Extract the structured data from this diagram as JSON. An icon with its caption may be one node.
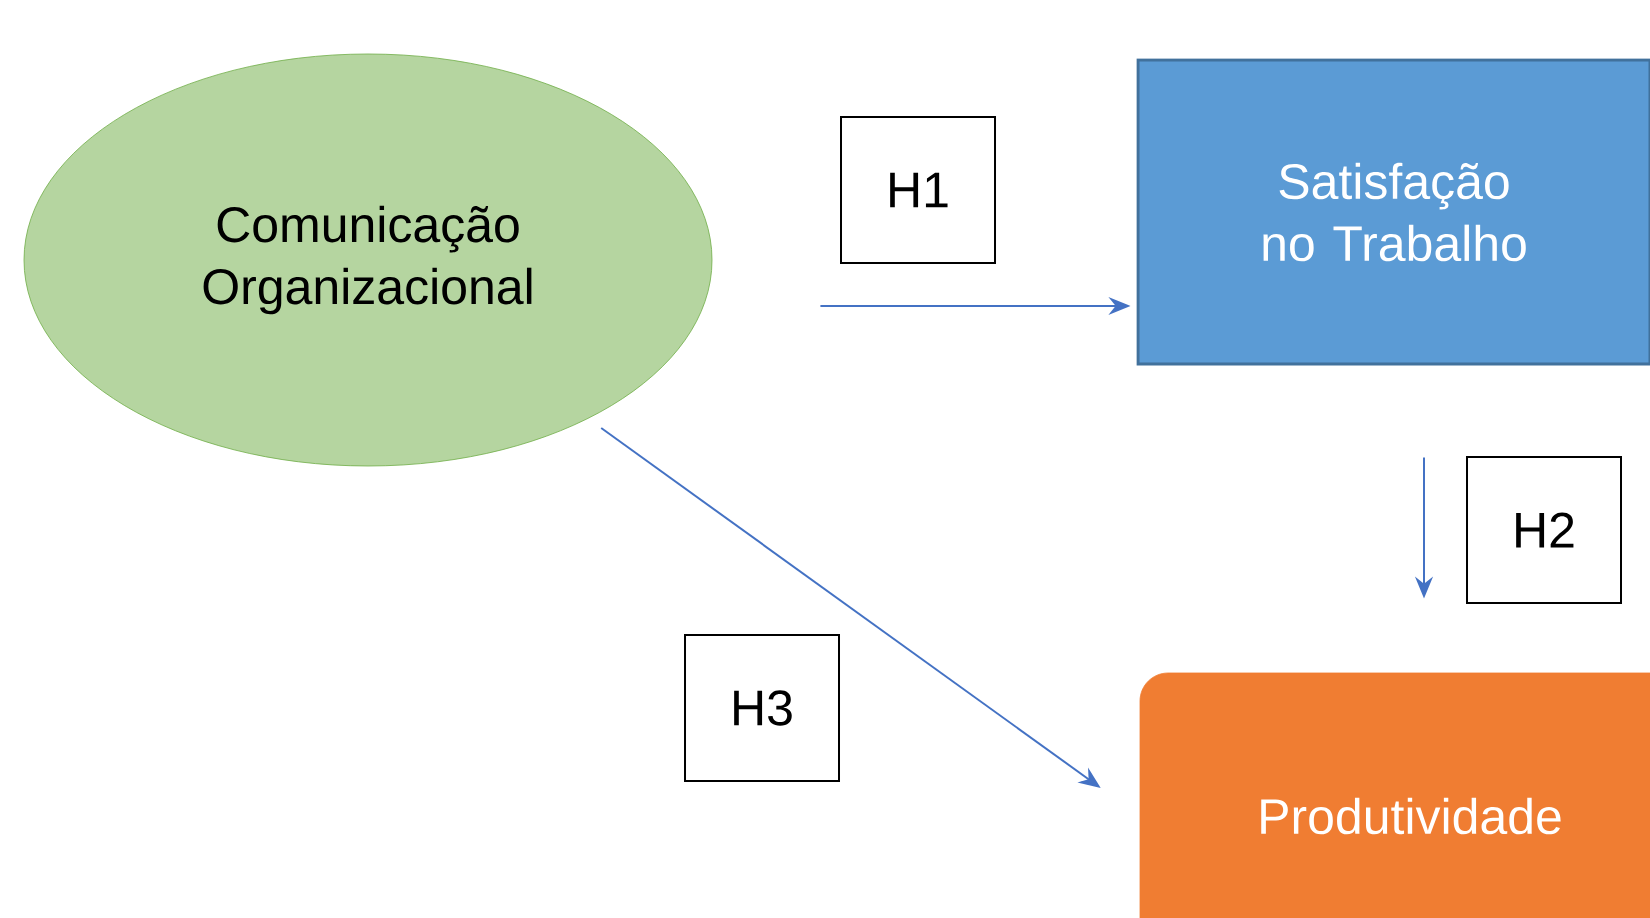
{
  "diagram": {
    "nodes": [
      {
        "text": [
          "Comunicação Organizacional"
        ]
      },
      {
        "text": [
          "Satisfação no Trabalho"
        ]
      },
      {
        "text": [
          "Produtividade"
        ]
      }
    ],
    "edges": [
      {
        "from": 0,
        "to": 1,
        "arrow": "to",
        "label": "H1"
      },
      {
        "from": 1,
        "to": 2,
        "arrow": "to",
        "label": "H2"
      },
      {
        "from": 0,
        "to": 2,
        "arrow": "to",
        "label": "H3"
      }
    ]
  }
}
